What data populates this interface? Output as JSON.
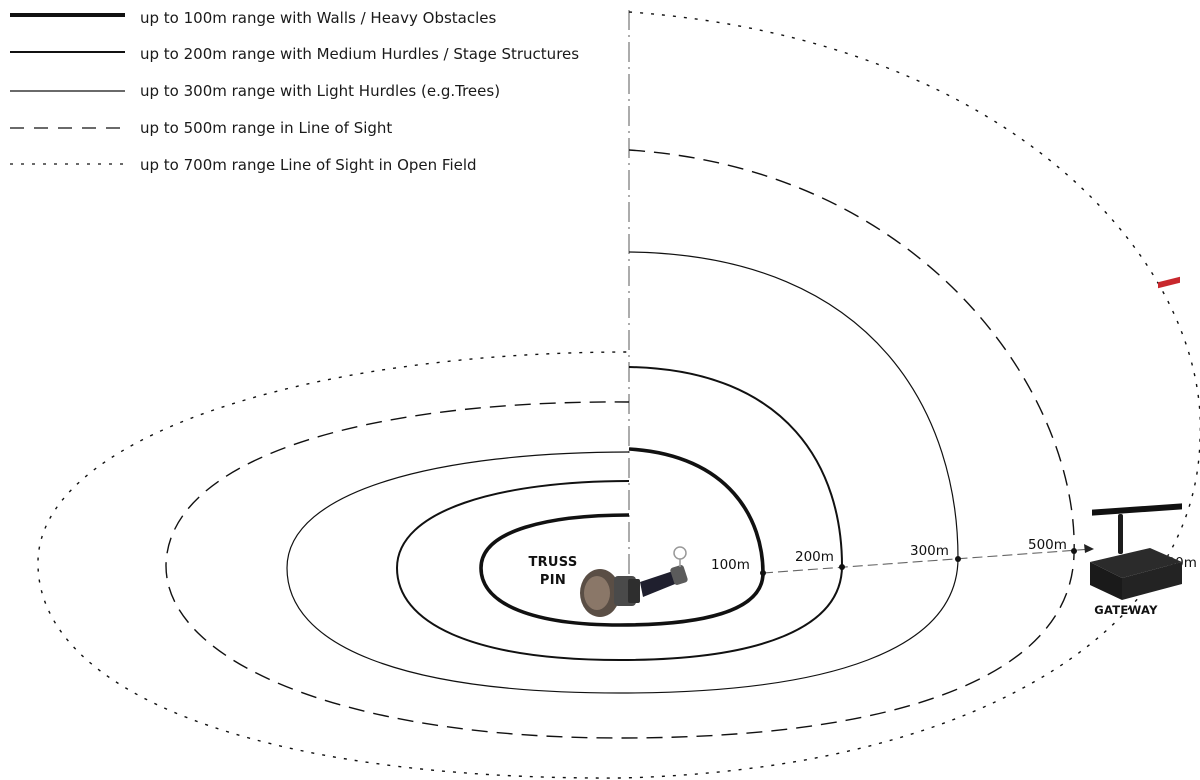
{
  "legend": [
    {
      "label": "up to 100m range with Walls / Heavy Obstacles",
      "style": "heavy"
    },
    {
      "label": "up to 200m range with Medium Hurdles / Stage Structures",
      "style": "medium"
    },
    {
      "label": "up to 300m range with Light Hurdles (e.g.Trees)",
      "style": "light"
    },
    {
      "label": "up to 500m range in Line of Sight",
      "style": "dashed"
    },
    {
      "label": "up to 700m range Line of Sight in Open Field",
      "style": "dotted"
    }
  ],
  "device_label": {
    "line1": "TRUSS",
    "line2": "PIN"
  },
  "gateway_label": "GATEWAY",
  "distance_markers": [
    "100m",
    "200m",
    "300m",
    "500m",
    "700m"
  ],
  "colors": {
    "line": "#111111",
    "device_body": "#3d3d3d",
    "gateway_accent": "#c8282d"
  }
}
